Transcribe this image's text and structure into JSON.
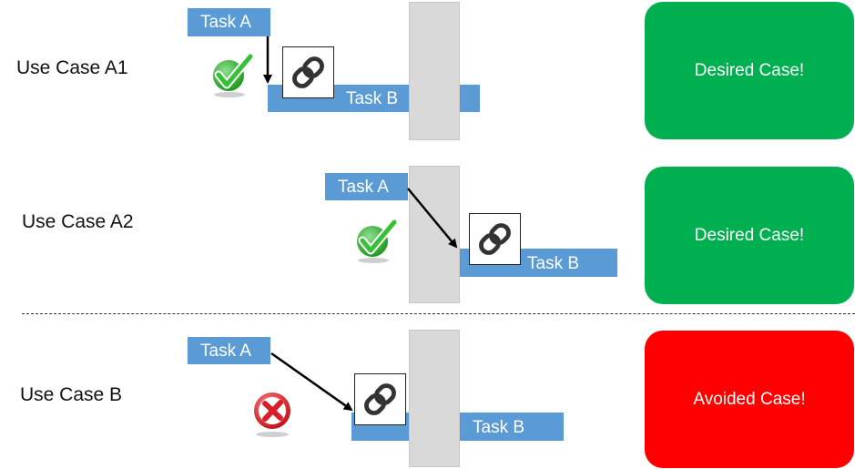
{
  "colors": {
    "task_bar": "#5b9bd5",
    "barrier": "#d9d9d9",
    "desired": "#00b050",
    "avoided": "#ff0000",
    "check": "#2fb52f",
    "cross": "#d9202a"
  },
  "rows": [
    {
      "label": "Use Case A1",
      "task_a": "Task A",
      "task_b": "Task B",
      "badge_icon": "check-icon",
      "status_text": "Desired Case!"
    },
    {
      "label": "Use Case A2",
      "task_a": "Task A",
      "task_b": "Task B",
      "badge_icon": "check-icon",
      "status_text": "Desired Case!"
    },
    {
      "label": "Use Case B",
      "task_a": "Task A",
      "task_b": "Task B",
      "badge_icon": "cross-icon",
      "status_text": "Avoided Case!"
    }
  ],
  "link_icon": "chain-link-icon"
}
